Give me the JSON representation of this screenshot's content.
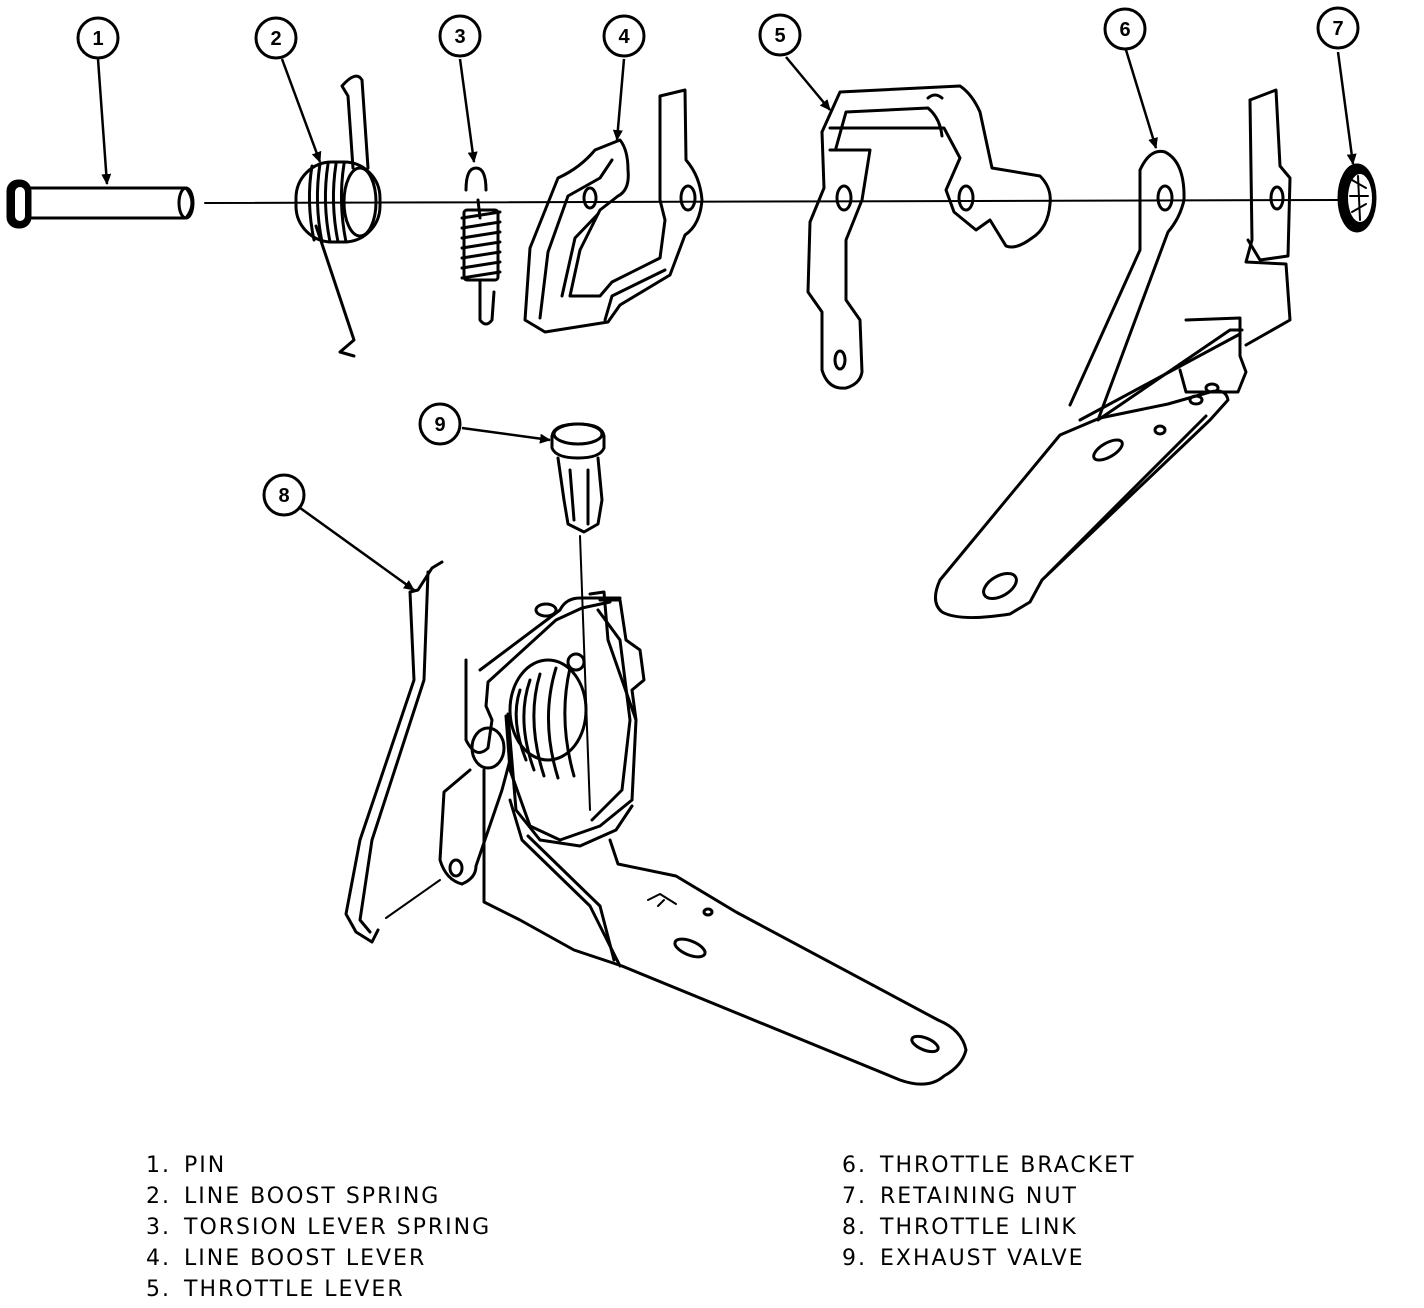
{
  "callouts": [
    "1",
    "2",
    "3",
    "4",
    "5",
    "6",
    "7",
    "8",
    "9"
  ],
  "legend": {
    "left": [
      {
        "num": "1.",
        "label": "PIN"
      },
      {
        "num": "2.",
        "label": "LINE BOOST SPRING"
      },
      {
        "num": "3.",
        "label": "TORSION LEVER SPRING"
      },
      {
        "num": "4.",
        "label": "LINE BOOST LEVER"
      },
      {
        "num": "5.",
        "label": "THROTTLE LEVER"
      }
    ],
    "right": [
      {
        "num": "6.",
        "label": "THROTTLE BRACKET"
      },
      {
        "num": "7.",
        "label": "RETAINING NUT"
      },
      {
        "num": "8.",
        "label": "THROTTLE LINK"
      },
      {
        "num": "9.",
        "label": "EXHAUST VALVE"
      }
    ]
  }
}
